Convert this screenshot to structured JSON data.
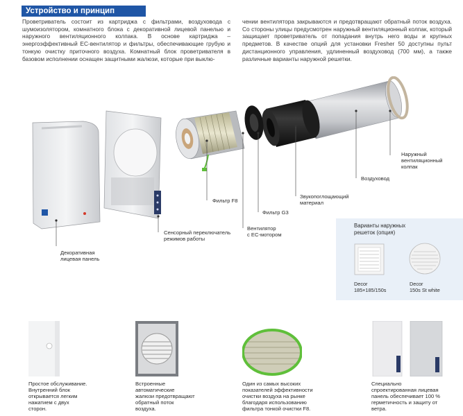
{
  "section": {
    "title": "Устройство и принцип работы"
  },
  "intro": {
    "left": "Проветриватель состоит из картриджа с фильтрами, воздуховода с шумоизолятором, комнатного блока с декоративной лицевой панелью и наружного вентиляционного колпака. В основе картриджа – энергоэффективный ЕС-вентилятор и фильтры, обеспечивающие грубую и тонкую очистку приточного воздуха. Комнатный блок проветривателя в базовом исполнении оснащен защитными жалюзи, которые при выклю-",
    "right": "чении вентилятора закрываются и предотвращают обратный поток воздуха. Со стороны улицы предусмотрен наружный вентиляционный колпак, который защищает проветриватель от попадания внутрь него воды и крупных предметов. В качестве опций для установки Fresher 50 доступны пульт дистанционного управления, удлиненный воздуховод (700 мм), а также различные варианты наружной решетки."
  },
  "labels": {
    "outer_hood": [
      "Наружный",
      "вентиляционный",
      "колпак"
    ],
    "duct": "Воздуховод",
    "sound_absorbing": [
      "Звукопоглощающий",
      "материал"
    ],
    "filter_f8": "Фильтр F8",
    "filter_g3": "Фильтр G3",
    "fan": [
      "Вентилятор",
      "с ЕС-мотором"
    ],
    "decor_panel": [
      "Декоративная",
      "лицевая панель"
    ],
    "touch_switch": [
      "Сенсорный переключатель",
      "режимов работы"
    ]
  },
  "variants": {
    "title": [
      "Варианты наружных",
      "решеток (опция)"
    ],
    "items": [
      {
        "name": "Decor",
        "detail": "185×185/150s"
      },
      {
        "name": "Decor",
        "detail": "150s St white"
      }
    ]
  },
  "features": [
    {
      "lines": [
        "Простое обслуживание.",
        "Внутренний блок",
        "открывается легким",
        "нажатием с двух",
        "сторон."
      ]
    },
    {
      "lines": [
        "Встроенные",
        "автоматические",
        "жалюзи предотвращают",
        "обратный поток",
        "воздуха."
      ]
    },
    {
      "lines": [
        "Один из самых высоких",
        "показателей эффективности",
        "очистки воздуха на рынке",
        "благодаря использованию",
        "фильтра тонкой очистки F8."
      ]
    },
    {
      "lines": [
        "Специально",
        "спроектированная лицевая",
        "панель обеспечивает 100 %",
        "герметичность и защиту от",
        "ветра."
      ]
    }
  ],
  "colors": {
    "accent_blue": "#1f56a6",
    "green_filter": "#5fbf3a"
  }
}
